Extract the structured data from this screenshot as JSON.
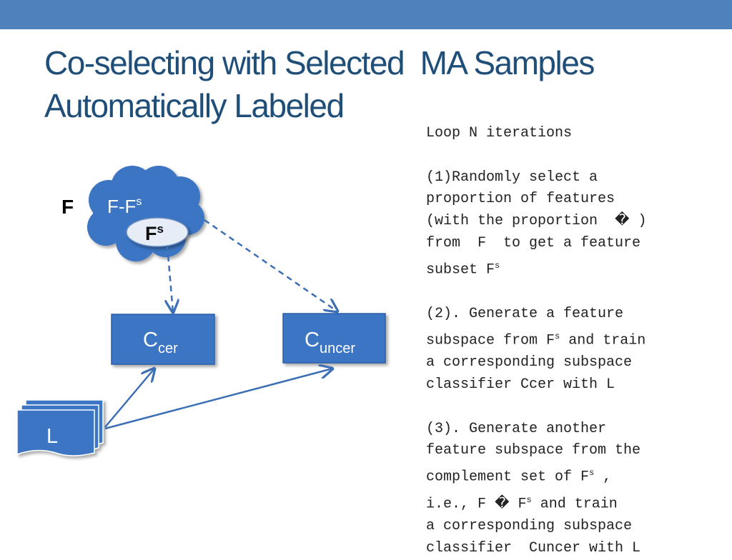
{
  "colors": {
    "topbar": "#4f81bd",
    "title": "#1f4e79",
    "box_fill": "#3a74c4",
    "box_stroke": "#2a5fa8",
    "arrow": "#3b6eb5",
    "ellipse_fill": "#e7edf6"
  },
  "title": {
    "line1": "Co-selecting with Selected  MA Samples",
    "line2": "Automatically Labeled"
  },
  "diagram": {
    "f_label": "F",
    "cloud_label": "F-F",
    "cloud_label_sup": "s",
    "fs_label": "F",
    "fs_label_sup": "s",
    "ccer_main": "C",
    "ccer_sub": "cer",
    "cuncer_main": "C",
    "cuncer_sub": "uncer",
    "l_label": "L"
  },
  "steps": {
    "line01": "Loop N iterations",
    "line02": "(1)Randomly select a",
    "line03": "proportion of features",
    "line04": "(with the proportion  � )",
    "line05": "from  F  to get a feature",
    "line06": "subset F",
    "line06_sup": "s",
    "line07": "(2). Generate a feature",
    "line08_a": "subspace from F",
    "line08_sup": "s",
    "line08_b": " and train",
    "line09": "a corresponding subspace",
    "line10": "classifier Ccer with L",
    "line11": "(3). Generate another",
    "line12": "feature subspace from the",
    "line13_a": "complement set of F",
    "line13_sup": "s",
    "line13_b": " ,",
    "line14_a": "i.e., F � F",
    "line14_sup": "s",
    "line14_b": " and train",
    "line15": "a corresponding subspace",
    "line16": "classifier  Cuncer with L"
  }
}
